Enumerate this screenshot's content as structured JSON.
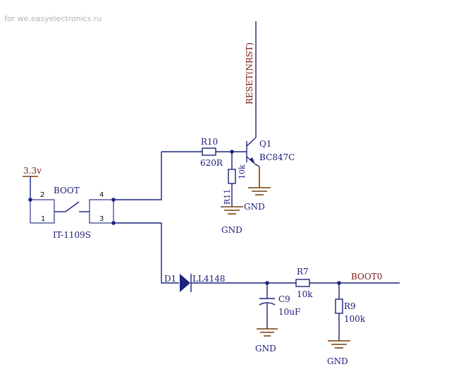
{
  "watermark": "for we.easyelectronics.ru",
  "net_labels": {
    "reset": "RESET(NRST)",
    "boot0": "BOOT0",
    "vcc": "3.3v"
  },
  "ground_label": "GND",
  "switch": {
    "name": "BOOT",
    "part": "IT-1109S",
    "pins": [
      "2",
      "1",
      "4",
      "3"
    ]
  },
  "transistor": {
    "ref": "Q1",
    "part": "BC847C"
  },
  "resistors": {
    "r10": {
      "ref": "R10",
      "value": "620R"
    },
    "r11": {
      "ref": "R11",
      "value": "10k"
    },
    "r7": {
      "ref": "R7",
      "value": "10k"
    },
    "r9": {
      "ref": "R9",
      "value": "100k"
    }
  },
  "diode": {
    "ref": "D1",
    "part": "LL4148"
  },
  "capacitor": {
    "ref": "C9",
    "value": "10uF"
  }
}
